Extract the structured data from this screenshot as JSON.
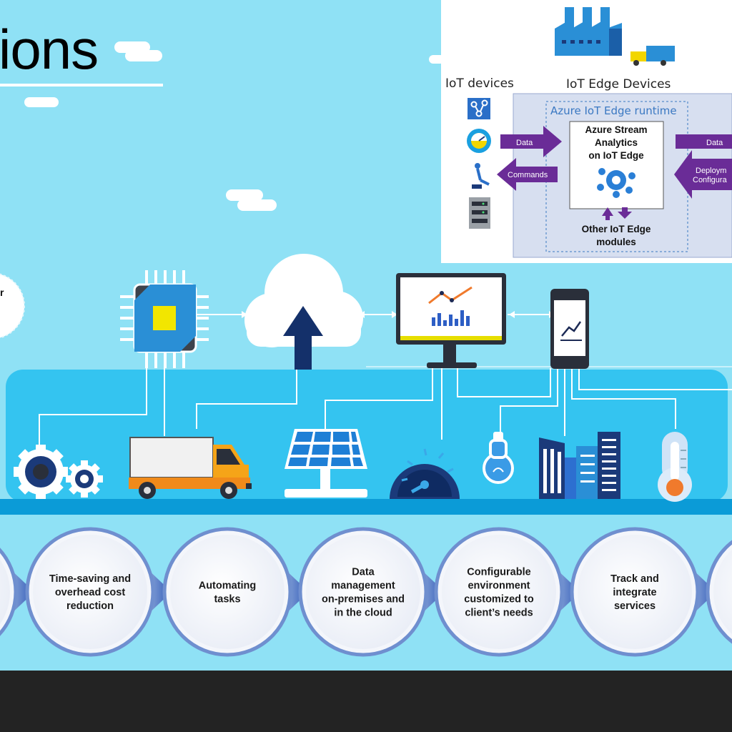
{
  "page": {
    "title": "ions"
  },
  "edge_panel": {
    "iot_devices_label": "IoT devices",
    "edge_devices_label": "IoT Edge Devices",
    "runtime_label": "Azure IoT Edge runtime",
    "asa_lines": [
      "Azure Stream",
      "Analytics",
      "on IoT Edge"
    ],
    "other_modules_lines": [
      "Other IoT Edge",
      "modules"
    ],
    "data_in": "Data",
    "commands": "Commands",
    "data_out": "Data",
    "deploy_line1": "Deploym",
    "deploy_line2": "Configura"
  },
  "left_fragment": "r",
  "benefits": [
    {
      "lines": []
    },
    {
      "lines": [
        "Time-saving and",
        "overhead cost",
        "reduction"
      ]
    },
    {
      "lines": [
        "Automating",
        "tasks"
      ]
    },
    {
      "lines": [
        "Data",
        "management",
        "on-premises and",
        "in the cloud"
      ]
    },
    {
      "lines": [
        "Configurable",
        "environment",
        "customized to",
        "client’s needs"
      ]
    },
    {
      "lines": [
        "Track and",
        "integrate",
        "services"
      ]
    },
    {
      "lines": []
    }
  ],
  "icons": [
    "chip-icon",
    "cloud-upload-icon",
    "monitor-chart-icon",
    "smartphone-chart-icon",
    "gears-icon",
    "truck-icon",
    "solar-panel-icon",
    "speedometer-icon",
    "lightbulb-icon",
    "buildings-icon",
    "thermometer-icon",
    "factory-icon",
    "device-icon",
    "gauge-icon",
    "robot-arm-icon",
    "server-icon"
  ],
  "colors": {
    "sky": "#8fe1f5",
    "band": "#34c4f0",
    "accent": "#0b9bd7",
    "arrow_purple": "#6a2c97",
    "footer": "#232323"
  }
}
